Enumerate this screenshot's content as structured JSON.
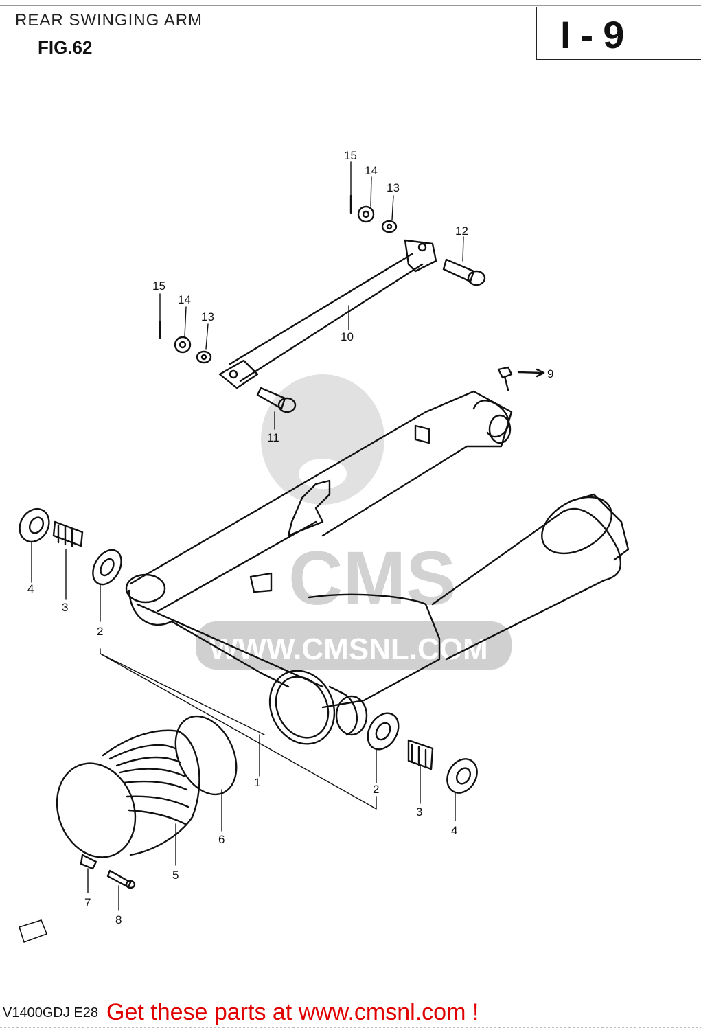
{
  "header": {
    "title": "REAR SWINGING ARM",
    "figure": "FIG.62",
    "section_code": "I-9"
  },
  "watermark": {
    "text": "WWW.CMSNL.COM",
    "logo_text": "CMS"
  },
  "callouts": [
    "1",
    "2",
    "2",
    "3",
    "3",
    "4",
    "4",
    "5",
    "6",
    "7",
    "8",
    "9",
    "10",
    "11",
    "12",
    "13",
    "13",
    "14",
    "14",
    "15",
    "15"
  ],
  "footer": {
    "model_code": "V1400GDJ E28",
    "cta": "Get these parts at www.cmsnl.com !"
  },
  "colors": {
    "line": "#111111",
    "watermark": "#d8d8d8",
    "cta": "#e00000"
  }
}
